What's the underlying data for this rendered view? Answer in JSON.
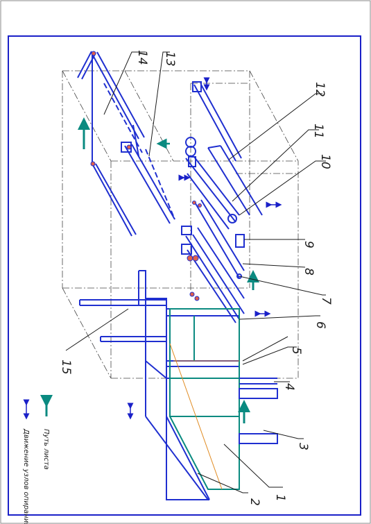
{
  "colors": {
    "frame": "#1a20c8",
    "structure": "#1f2fd0",
    "sheet": "#0a8a80",
    "axis": "#e08a20",
    "hidden": "#444444",
    "joint": "#e0604a"
  },
  "labels": {
    "l1": "1",
    "l2": "2",
    "l3": "3",
    "l4": "4",
    "l5": "5",
    "l6": "6",
    "l7": "7",
    "l8": "8",
    "l9": "9",
    "l10": "10",
    "l11": "11",
    "l12": "12",
    "l13": "13",
    "l14": "14",
    "l15": "15"
  },
  "legend": {
    "sheet_path": "Путь листа",
    "support_motion": "Движение узлов опирания",
    "sheet_path_icon": "teal-arrow-icon",
    "support_motion_icon": "double-arrow-icon"
  }
}
